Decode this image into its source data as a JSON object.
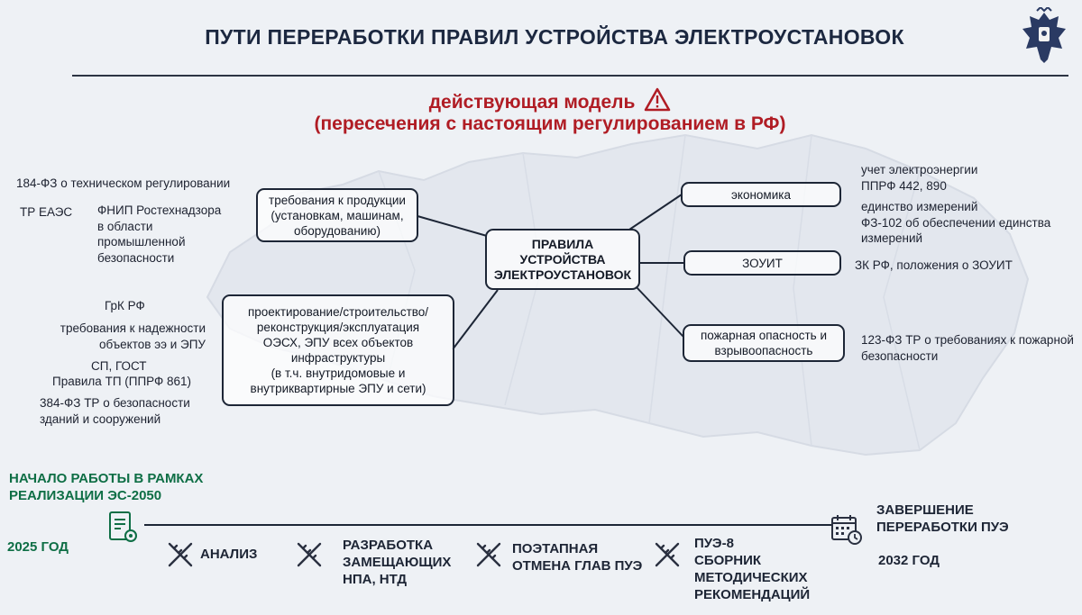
{
  "header": {
    "title": "ПУТИ ПЕРЕРАБОТКИ ПРАВИЛ УСТРОЙСТВА ЭЛЕКТРОУСТАНОВОК",
    "subtitle_line1": "действующая модель",
    "subtitle_line2": "(пересечения с настоящим регулированием в РФ)"
  },
  "diagram": {
    "center": "ПРАВИЛА\nУСТРОЙСТВА\nЭЛЕКТРОУСТАНОВОК",
    "product_box": "требования к продукции\n(установкам, машинам,\nоборудованию)",
    "design_box": "проектирование/строительство/\nреконструкция/эксплуатация\nОЭСХ, ЭПУ всех объектов\nинфраструктуры\n(в т.ч. внутридомовые и\nвнутриквартирные ЭПУ и сети)",
    "economy_box": "экономика",
    "zouit_box": "ЗОУИТ",
    "fire_box": "пожарная опасность и\nвзрывоопасность"
  },
  "left_notes": {
    "fz184": "184-ФЗ о техническом регулировании",
    "tr_eaes": "ТР ЕАЭС",
    "fnip": "ФНИП Ростехнадзора\nв области\nпромышленной\nбезопасности",
    "grk": "ГрК РФ",
    "reliability": "требования к надежности\nобъектов ээ и ЭПУ",
    "sp_gost": "СП, ГОСТ",
    "tp": "Правила ТП (ППРФ 861)",
    "fz384": "384-ФЗ ТР о безопасности\nзданий и сооружений"
  },
  "right_notes": {
    "metering": "учет электроэнергии\nППРФ 442, 890",
    "measurements": "единство измерений\nФЗ-102 об обеспечении единства\nизмерений",
    "zk": "ЗК РФ, положения о ЗОУИТ",
    "fz123": "123-ФЗ ТР о требованиях к пожарной\nбезопасности"
  },
  "timeline": {
    "start_label": "НАЧАЛО РАБОТЫ В РАМКАХ\nРЕАЛИЗАЦИИ ЭС-2050",
    "start_year": "2025 ГОД",
    "steps": [
      "АНАЛИЗ",
      "РАЗРАБОТКА\nЗАМЕЩАЮЩИХ\nНПА, НТД",
      "ПОЭТАПНАЯ\nОТМЕНА ГЛАВ ПУЭ",
      "ПУЭ-8\nСБОРНИК\nМЕТОДИЧЕСКИХ\nРЕКОМЕНДАЦИЙ"
    ],
    "end_label": "ЗАВЕРШЕНИЕ\nПЕРЕРАБОТКИ ПУЭ",
    "end_year": "2032 ГОД"
  },
  "colors": {
    "accent_red": "#b01c24",
    "accent_green": "#0e6e45",
    "title_navy": "#1c2840"
  },
  "icons": {
    "emblem": "coat-of-arms-icon",
    "warning": "warning-triangle-icon",
    "document": "document-gear-icon",
    "tools": "pencil-ruler-icon",
    "calendar": "calendar-clock-icon"
  }
}
